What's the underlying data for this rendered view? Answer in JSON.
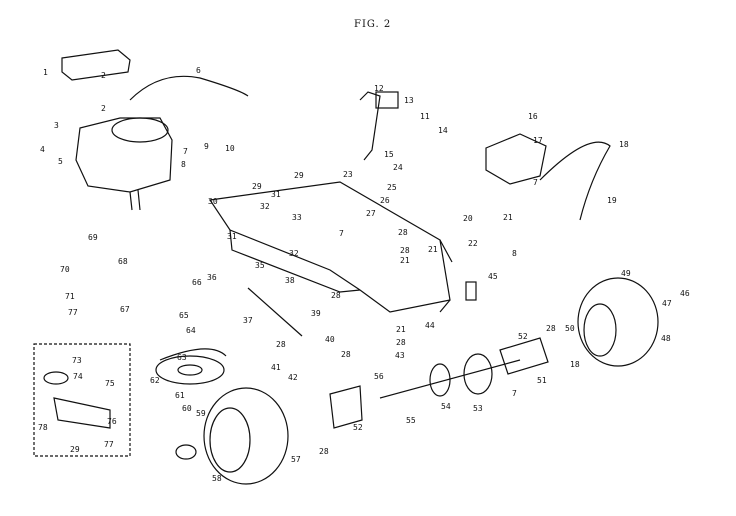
{
  "figure": {
    "title": "FIG. 2",
    "labels": [
      "1",
      "2",
      "2",
      "3",
      "4",
      "5",
      "6",
      "7",
      "8",
      "9",
      "10",
      "11",
      "12",
      "13",
      "14",
      "15",
      "16",
      "17",
      "7",
      "18",
      "19",
      "20",
      "21",
      "22",
      "8",
      "23",
      "24",
      "25",
      "27",
      "26",
      "28",
      "29",
      "29",
      "32",
      "31",
      "33",
      "30",
      "31",
      "32",
      "7",
      "28",
      "21",
      "39",
      "45",
      "46",
      "47",
      "48",
      "49",
      "50",
      "51",
      "52",
      "28",
      "18",
      "53",
      "54",
      "55",
      "56",
      "57",
      "58",
      "59",
      "60",
      "61",
      "62",
      "63",
      "64",
      "65",
      "66",
      "67",
      "68",
      "69",
      "70",
      "71",
      "77",
      "73",
      "74",
      "75",
      "76",
      "77",
      "78",
      "29",
      "36",
      "35",
      "38",
      "37",
      "28",
      "40",
      "41",
      "42",
      "28",
      "43",
      "44",
      "21",
      "28",
      "28",
      "7",
      "52",
      "28",
      "21"
    ]
  }
}
